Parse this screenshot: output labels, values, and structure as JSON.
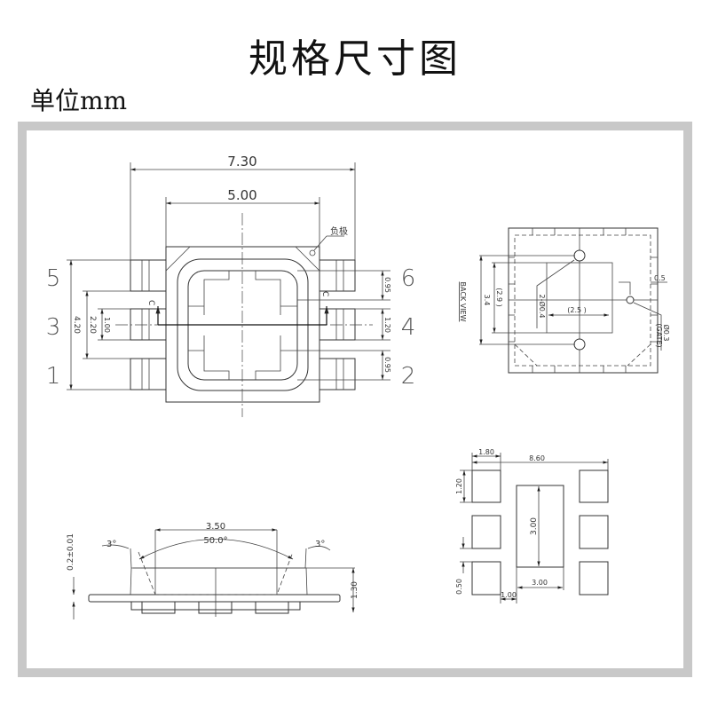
{
  "title": "规格尺寸图",
  "unit": "单位mm",
  "front_view": {
    "width_overall": "7.30",
    "width_body": "5.00",
    "cathode_label": "负极",
    "section_mark": "C",
    "pin_numbers_left": [
      "5",
      "3",
      "1"
    ],
    "pin_numbers_right": [
      "6",
      "4",
      "2"
    ],
    "dim_left": [
      "4.20",
      "2.20",
      "1.00"
    ],
    "dim_right": [
      "0.95",
      "1.20",
      "0.95"
    ]
  },
  "back_view": {
    "label": "BACK VIEW",
    "dim_height": "3.4",
    "dim_inner_height": "(2.9  )",
    "dim_inner_width": "(2.5  )",
    "holes": "2-Ø0.4",
    "gate_size": "Ø0.3",
    "gate_label": "(GATE)",
    "edge_offset": "0.5"
  },
  "footprint": {
    "pad_width": "1.80",
    "overall_width": "8.60",
    "pad_height": "1.20",
    "center_height": "3.00",
    "center_width": "3.00",
    "gap": "1.00",
    "spacing": "0.50"
  },
  "side_view": {
    "lens_width": "3.50",
    "lens_angle": "50.0°",
    "draft_left": "3°",
    "draft_right": "3°",
    "height": "1.30",
    "plate": "0.2±0.01"
  }
}
